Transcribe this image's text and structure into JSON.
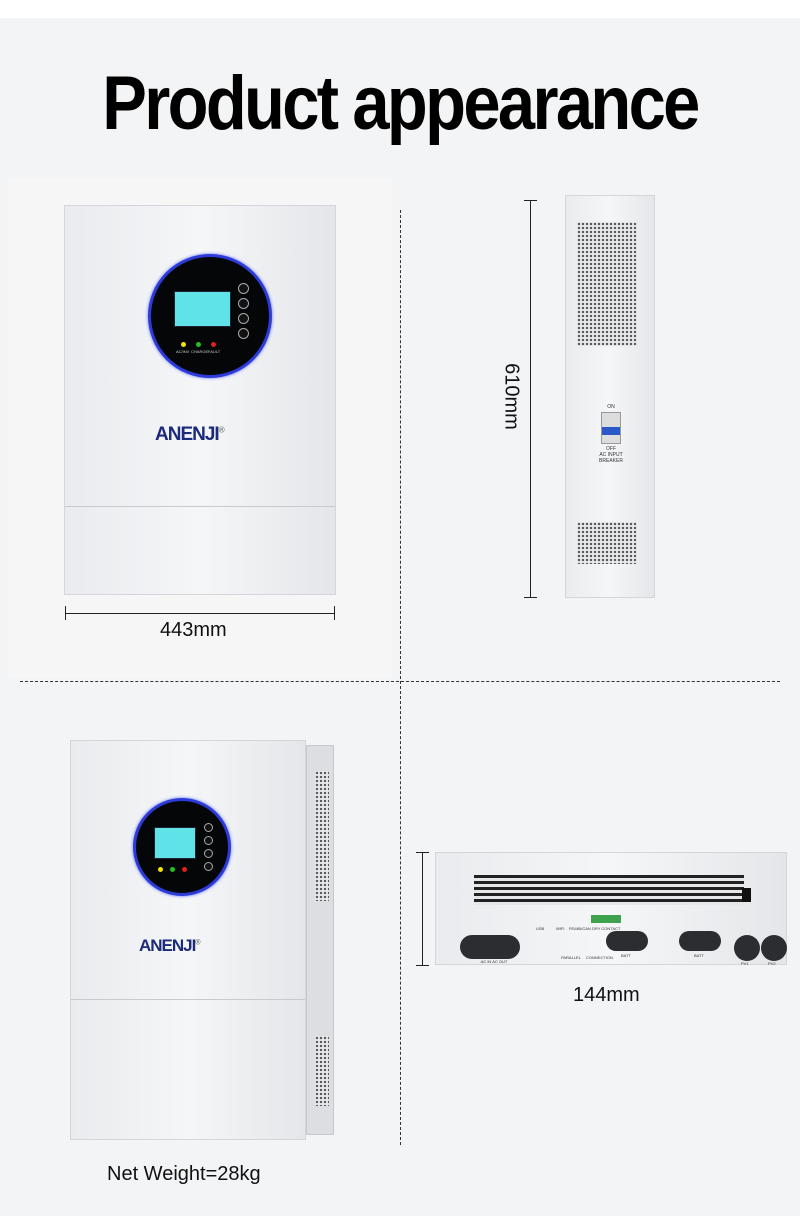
{
  "title": "Product appearance",
  "brand": "ANENJI",
  "brand_mark": "®",
  "indicators": [
    "AC/INV",
    "CHARGE",
    "FAULT"
  ],
  "colors": {
    "ring": "#2d3bd8",
    "lcd": "#5fe2e8",
    "led_ac": "#f4e200",
    "led_charge": "#22c022",
    "led_fault": "#e02020",
    "logo_blue": "#1b2a7a",
    "logo_green": "#6dbb2e"
  },
  "dimensions": {
    "width": "443mm",
    "height": "610mm",
    "depth": "144mm"
  },
  "weight": "Net Weight=28kg",
  "breaker": {
    "on": "ON",
    "off": "OFF",
    "label": "AC INPUT BREAKER"
  },
  "ports": [
    "AC IN",
    "AC OUT",
    "USB",
    "WIFI",
    "RS485/CAN",
    "DRY CONTACT",
    "PARALLEL",
    "CONNECTION",
    "BATT",
    "BATT",
    "PV1",
    "PV2"
  ]
}
